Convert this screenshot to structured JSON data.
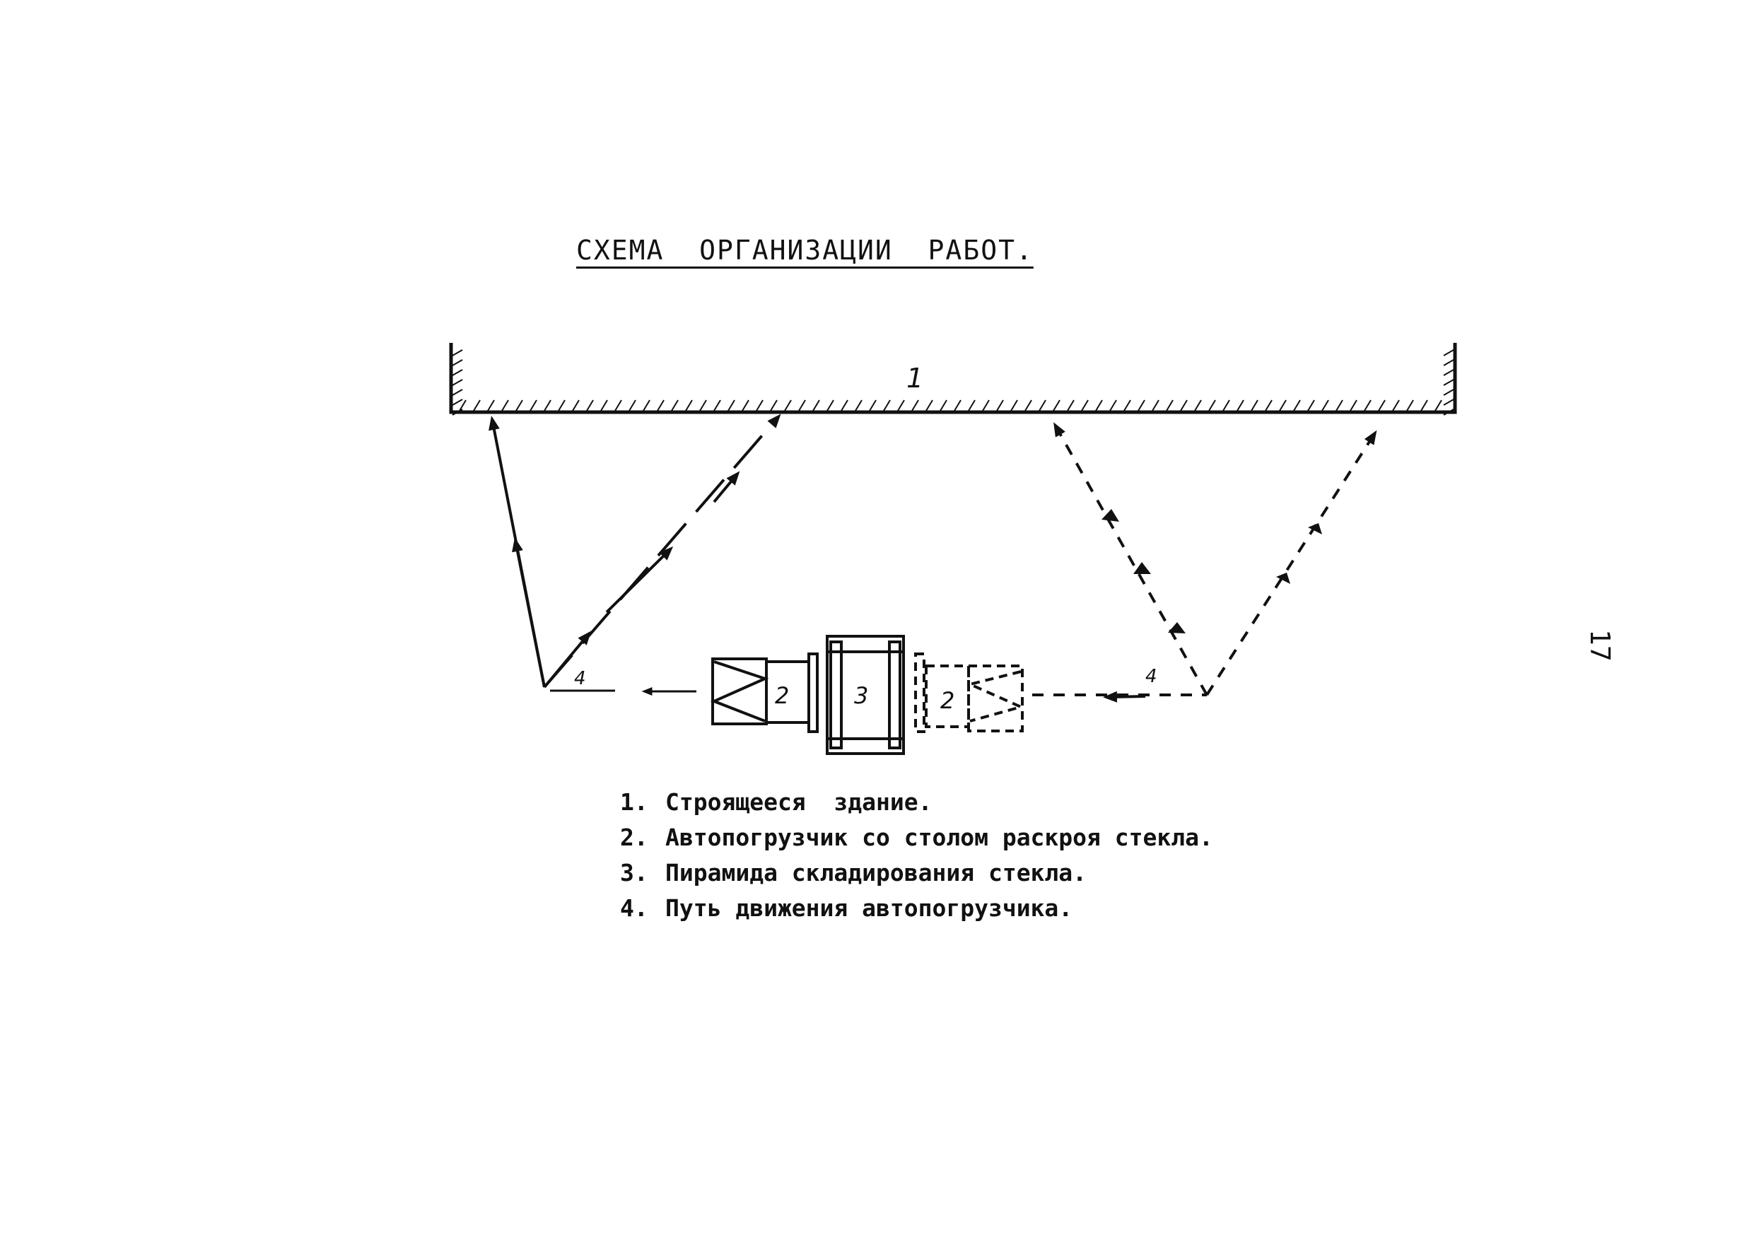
{
  "title": "СХЕМА  ОРГАНИЗАЦИИ  РАБОТ.",
  "page_number": "17",
  "figure_labels": {
    "building": "1",
    "loader": "2",
    "pyramid": "3",
    "path": "4"
  },
  "legend": [
    {
      "num": "1.",
      "text": "Строящееся  здание."
    },
    {
      "num": "2.",
      "text": "Автопогрузчик со столом раскроя стекла."
    },
    {
      "num": "3.",
      "text": "Пирамида складирования стекла."
    },
    {
      "num": "4.",
      "text": "Путь движения автопогрузчика."
    }
  ]
}
